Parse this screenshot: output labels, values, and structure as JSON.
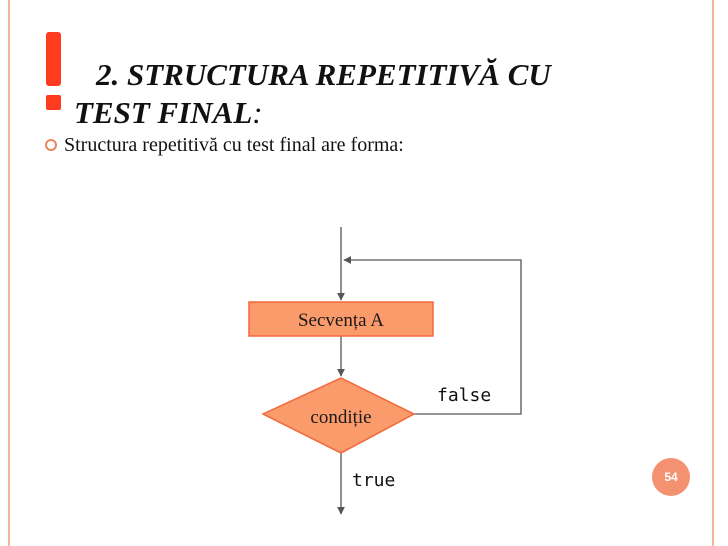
{
  "title": {
    "number": "2.",
    "line1": "STRUCTURA REPETITIVĂ CU",
    "line2": "TEST FINAL",
    "colon": ":"
  },
  "bullet": {
    "text": "Structura repetitivă cu test final are forma:",
    "icon": "circle-bullet-icon"
  },
  "flowchart": {
    "process_label": "Secvența A",
    "decision_label": "condiție",
    "false_label": "false",
    "true_label": "true"
  },
  "page_number": "54",
  "colors": {
    "accent": "#f39170",
    "frame": "#f1b59c",
    "mark": "#ff3b1f",
    "shape_fill": "#fb9a6a",
    "shape_border": "#f2683a"
  }
}
